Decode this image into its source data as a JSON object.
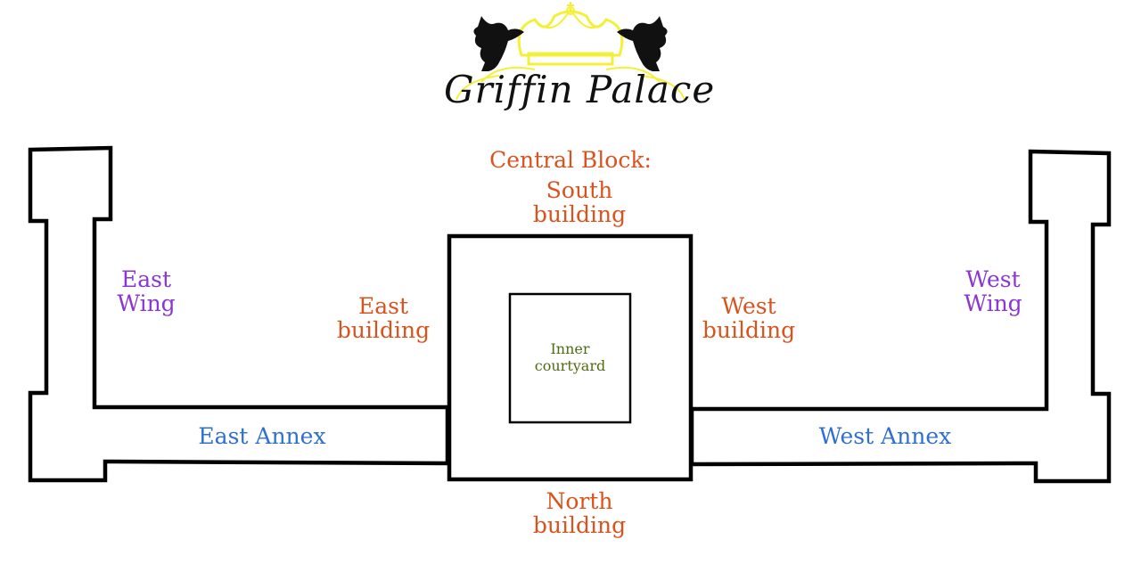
{
  "logo": {
    "name": "Griffin Palace"
  },
  "labels": {
    "central_block": "Central Block:",
    "south_building": [
      "South",
      "building"
    ],
    "east_building": [
      "East",
      "building"
    ],
    "west_building": [
      "West",
      "building"
    ],
    "north_building": [
      "North",
      "building"
    ],
    "inner_courtyard": [
      "Inner",
      "courtyard"
    ],
    "east_wing": [
      "East",
      "Wing"
    ],
    "west_wing": [
      "West",
      "Wing"
    ],
    "east_annex": "East Annex",
    "west_annex": "West Annex"
  },
  "colors": {
    "central": "#d9531e",
    "wing": "#8a35d4",
    "annex": "#2f6fd0",
    "courtyard": "#4f6b12",
    "crown": "#f4f03a",
    "outline": "#000000"
  }
}
